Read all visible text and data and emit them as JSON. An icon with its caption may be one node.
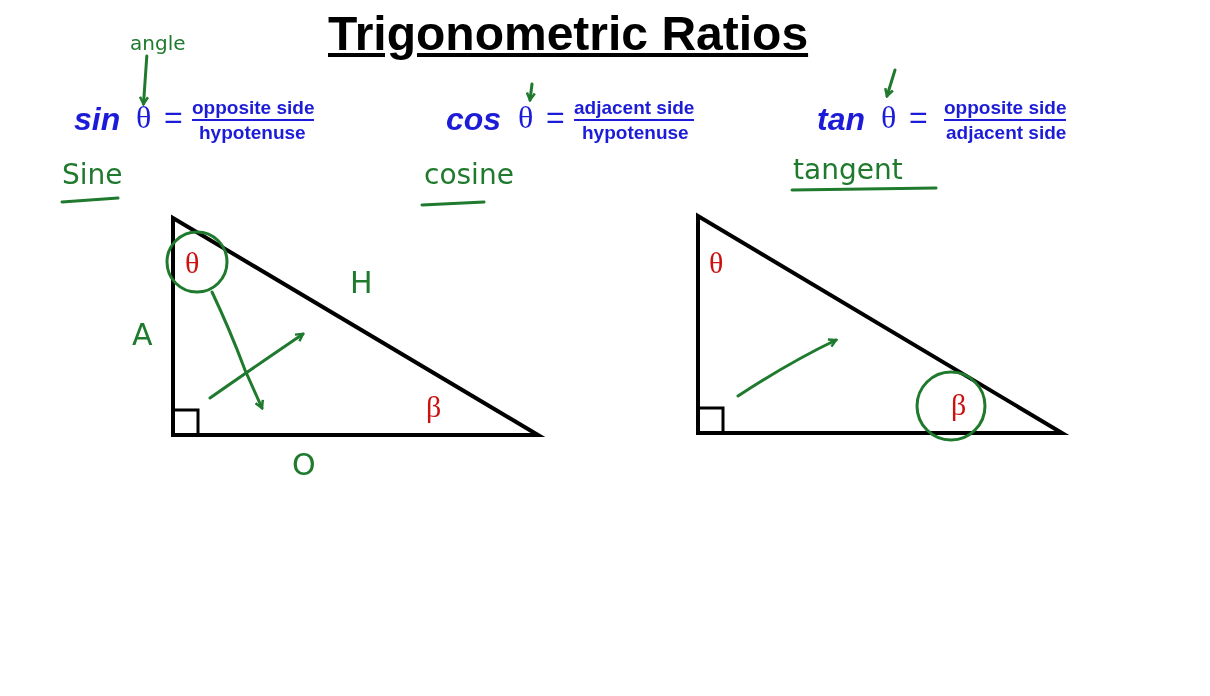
{
  "diagram": {
    "title": "Trigonometric Ratios",
    "nodes": [
      {
        "text": [
          "angle"
        ]
      },
      {
        "text": [
          "θ"
        ]
      }
    ],
    "edges": [
      {
        "from": 0,
        "to": 1,
        "arrow": "to"
      }
    ],
    "labels": [
      "sin",
      "=",
      "opposite side",
      "hypotenuse",
      "cos",
      "θ",
      "=",
      "adjacent side",
      "hypotenuse",
      "tan",
      "θ",
      "=",
      "opposite side",
      "adjacent side",
      "Sine",
      "cosine",
      "tangent",
      "θ",
      "H",
      "A",
      "β",
      "O",
      "θ",
      "β"
    ]
  }
}
